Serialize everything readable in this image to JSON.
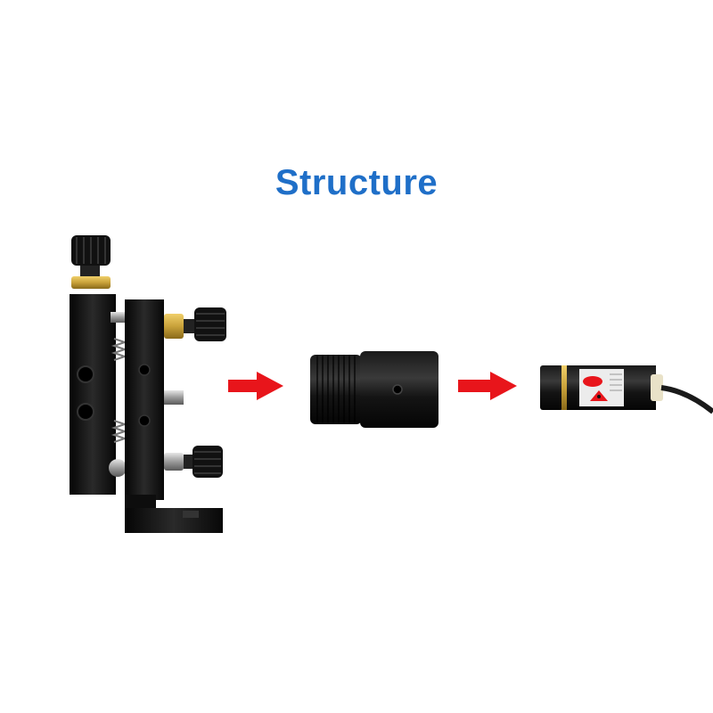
{
  "title": "Structure",
  "colors": {
    "title": "#1f6fc8",
    "arrow": "#e8151b",
    "body": "#141414",
    "brass": "#c9a23a"
  },
  "components": [
    {
      "name": "adjustable-mount",
      "icon": "mount-icon"
    },
    {
      "name": "adapter-tube",
      "icon": "tube-icon"
    },
    {
      "name": "laser-module",
      "icon": "laser-icon"
    }
  ],
  "arrows": [
    "arrow-right-icon",
    "arrow-right-icon"
  ]
}
